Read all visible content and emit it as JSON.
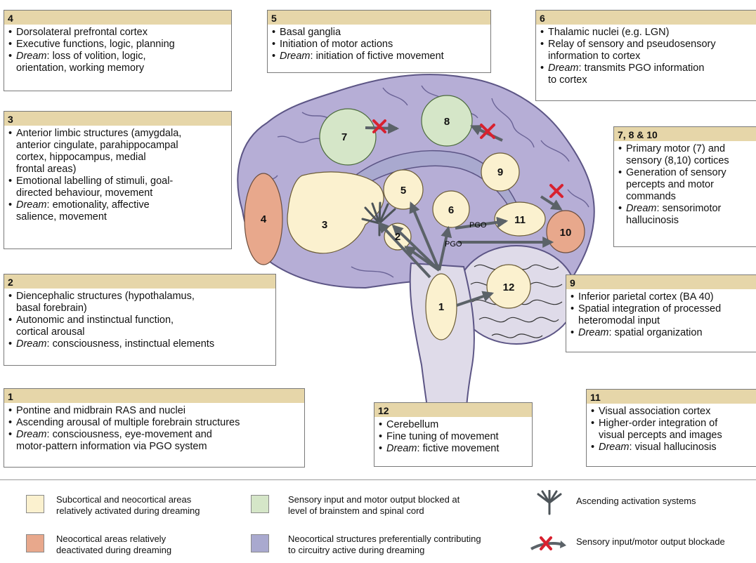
{
  "panels": {
    "p4": {
      "num": "4",
      "items": [
        "Dorsolateral prefrontal cortex",
        "Executive functions, logic, planning"
      ],
      "dream_label": "Dream",
      "dream_text": ": loss of volition, logic,",
      "dream_cont": "orientation, working memory"
    },
    "p5": {
      "num": "5",
      "items": [
        "Basal ganglia",
        "Initiation of motor actions"
      ],
      "dream_label": "Dream",
      "dream_text": ": initiation of fictive movement"
    },
    "p6": {
      "num": "6",
      "item1": "Thalamic nuclei (e.g. LGN)",
      "item2a": "Relay of sensory and pseudosensory",
      "item2b": "information to cortex",
      "dream_label": "Dream",
      "dream_text": ": transmits PGO information",
      "dream_cont": "to cortex"
    },
    "p3": {
      "num": "3",
      "item1a": "Anterior limbic structures (amygdala,",
      "item1b": "anterior cingulate, parahippocampal",
      "item1c": "cortex, hippocampus, medial",
      "item1d": "frontal areas)",
      "item2a": "Emotional labelling of stimuli, goal-",
      "item2b": "directed behaviour, movement",
      "dream_label": "Dream",
      "dream_text": ": emotionality, affective",
      "dream_cont": "salience, movement"
    },
    "p7810": {
      "num": "7, 8 & 10",
      "item1a": "Primary motor (7) and",
      "item1b": "sensory (8,10) cortices",
      "item2a": "Generation of sensory",
      "item2b": "percepts and motor",
      "item2c": "commands",
      "dream_label": "Dream",
      "dream_text": ": sensorimotor",
      "dream_cont": "hallucinosis"
    },
    "p2": {
      "num": "2",
      "item1a": "Diencephalic structures (hypothalamus,",
      "item1b": "basal forebrain)",
      "item2a": "Autonomic and instinctual function,",
      "item2b": "cortical arousal",
      "dream_label": "Dream",
      "dream_text": ": consciousness, instinctual elements"
    },
    "p9": {
      "num": "9",
      "item1": "Inferior parietal cortex (BA 40)",
      "item2a": "Spatial integration of processed",
      "item2b": "heteromodal input",
      "dream_label": "Dream",
      "dream_text": ": spatial organization"
    },
    "p1": {
      "num": "1",
      "item1": "Pontine and midbrain RAS and nuclei",
      "item2": "Ascending arousal of multiple forebrain structures",
      "dream_label": "Dream",
      "dream_text": ": consciousness, eye-movement and",
      "dream_cont": "motor-pattern information via PGO system"
    },
    "p12": {
      "num": "12",
      "items": [
        "Cerebellum",
        "Fine tuning of movement"
      ],
      "dream_label": "Dream",
      "dream_text": ": fictive movement"
    },
    "p11": {
      "num": "11",
      "item1": "Visual association cortex",
      "item2a": "Higher-order integration of",
      "item2b": "visual percepts and images",
      "dream_label": "Dream",
      "dream_text": ": visual hallucinosis"
    }
  },
  "diagram": {
    "region_labels": [
      "1",
      "2",
      "3",
      "4",
      "5",
      "6",
      "7",
      "8",
      "9",
      "10",
      "11",
      "12"
    ],
    "pgo_label": "PGO"
  },
  "legend": {
    "activated": {
      "line1": "Subcortical and neocortical areas",
      "line2": "relatively activated during dreaming",
      "color": "#fbf1cf"
    },
    "deactivated": {
      "line1": "Neocortical areas relatively",
      "line2": "deactivated during dreaming",
      "color": "#e8a88c"
    },
    "blocked": {
      "line1": "Sensory input and motor output blocked at",
      "line2": "level of brainstem and spinal cord",
      "color": "#d5e6c8"
    },
    "circuitry": {
      "line1": "Neocortical structures preferentially contributing",
      "line2": "to circuitry active during dreaming",
      "color": "#a9a9cf"
    },
    "ascending": {
      "text": "Ascending activation systems",
      "icon": "ascending-activation-icon"
    },
    "blockade": {
      "text": "Sensory input/motor output blockade",
      "icon": "blockade-cross-icon"
    }
  },
  "colors": {
    "header": "#e6d6a9",
    "brain": "#b6aed6",
    "blockade": "#d8212f",
    "arrow": "#5b6268"
  }
}
